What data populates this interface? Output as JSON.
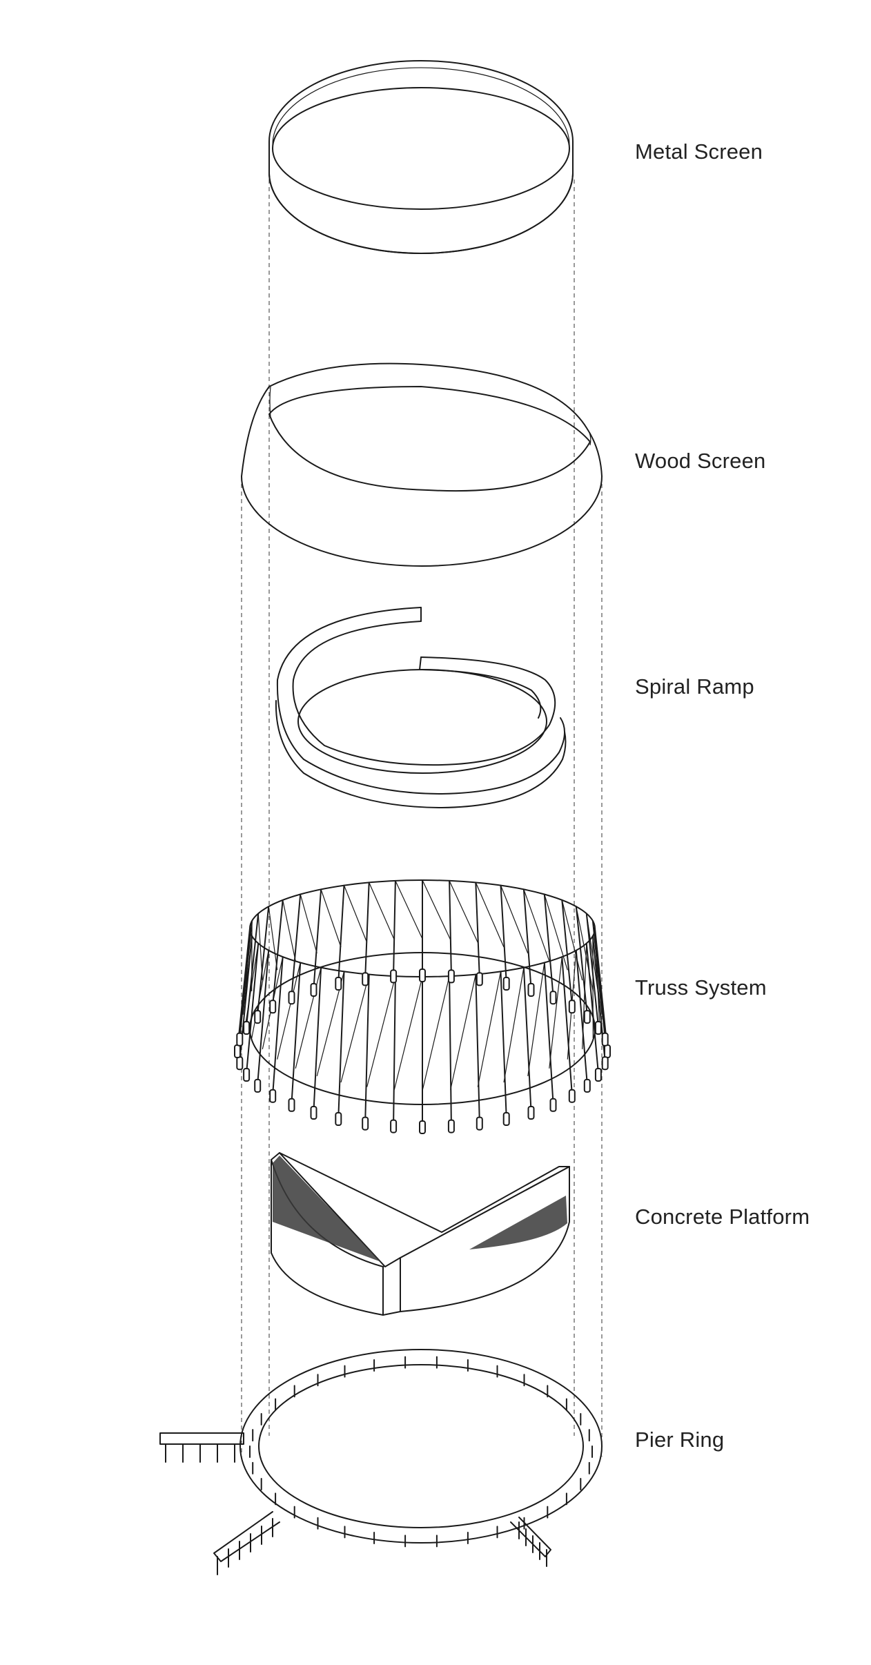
{
  "diagram": {
    "type": "exploded-axonometric",
    "layers": [
      {
        "id": "metal-screen",
        "label": "Metal Screen"
      },
      {
        "id": "wood-screen",
        "label": "Wood Screen"
      },
      {
        "id": "spiral-ramp",
        "label": "Spiral Ramp"
      },
      {
        "id": "truss-system",
        "label": "Truss System"
      },
      {
        "id": "concrete-platform",
        "label": "Concrete Platform"
      },
      {
        "id": "pier-ring",
        "label": "Pier Ring"
      }
    ]
  },
  "colors": {
    "line": "#1a1a1a",
    "guide": "#555555",
    "label": "#222222",
    "background": "#ffffff"
  }
}
